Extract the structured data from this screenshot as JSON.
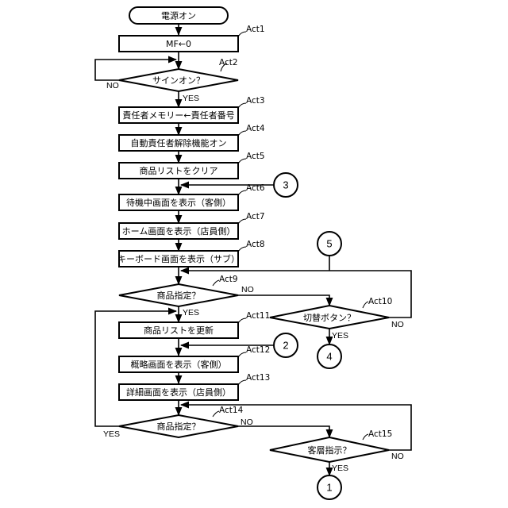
{
  "start": {
    "label": "電源オン"
  },
  "steps": {
    "act1": {
      "text": "MF←0",
      "act": "Act1"
    },
    "act2": {
      "text": "サインオン？",
      "act": "Act2"
    },
    "act3": {
      "text": "責任者メモリー←責任者番号",
      "act": "Act3"
    },
    "act4": {
      "text": "自動責任者解除機能オン",
      "act": "Act4"
    },
    "act5": {
      "text": "商品リストをクリア",
      "act": "Act5"
    },
    "act6": {
      "text": "待機中画面を表示（客側）",
      "act": "Act6"
    },
    "act7": {
      "text": "ホーム画面を表示（店員側）",
      "act": "Act7"
    },
    "act8": {
      "text": "キーボード画面を表示（サブ）",
      "act": "Act8"
    },
    "act9": {
      "text": "商品指定？",
      "act": "Act9"
    },
    "act10": {
      "text": "切替ボタン？",
      "act": "Act10"
    },
    "act11": {
      "text": "商品リストを更新",
      "act": "Act11"
    },
    "act12": {
      "text": "概略画面を表示（客側）",
      "act": "Act12"
    },
    "act13": {
      "text": "詳細画面を表示（店員側）",
      "act": "Act13"
    },
    "act14": {
      "text": "商品指定？",
      "act": "Act14"
    },
    "act15": {
      "text": "客層指示？",
      "act": "Act15"
    }
  },
  "connectors": {
    "c1": "1",
    "c2": "2",
    "c3": "3",
    "c4": "4",
    "c5": "5"
  },
  "labels": {
    "yes": "YES",
    "no": "NO"
  }
}
